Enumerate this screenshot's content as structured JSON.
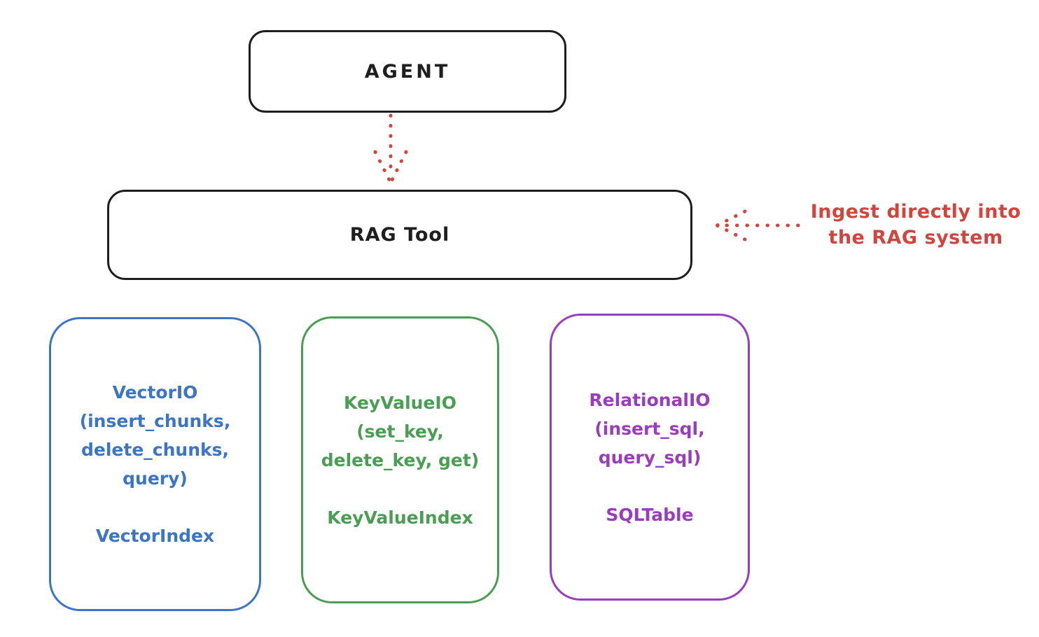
{
  "agent": {
    "label": "AGENT"
  },
  "rag_tool": {
    "label": "RAG Tool"
  },
  "annotation": {
    "line1": "Ingest directly into",
    "line2": "the RAG system",
    "color": "#d0453e"
  },
  "arrows": {
    "agent_to_rag": "dotted-down-arrow",
    "ingest_into_rag": "dotted-left-arrow"
  },
  "backends": [
    {
      "name": "vector-io",
      "color": "#3b75c4",
      "lines": [
        "VectorIO",
        "(insert_chunks,",
        "delete_chunks,",
        "query)"
      ],
      "index_label": "VectorIndex"
    },
    {
      "name": "key-value-io",
      "color": "#4a9e53",
      "lines": [
        "KeyValueIO",
        "(set_key,",
        "delete_key, get)"
      ],
      "index_label": "KeyValueIndex"
    },
    {
      "name": "relational-io",
      "color": "#9a3dbd",
      "lines": [
        "RelationalIO",
        "(insert_sql,",
        "query_sql)"
      ],
      "index_label": "SQLTable"
    }
  ],
  "colors": {
    "node_stroke": "#1e1e1e",
    "background": "#ffffff"
  }
}
